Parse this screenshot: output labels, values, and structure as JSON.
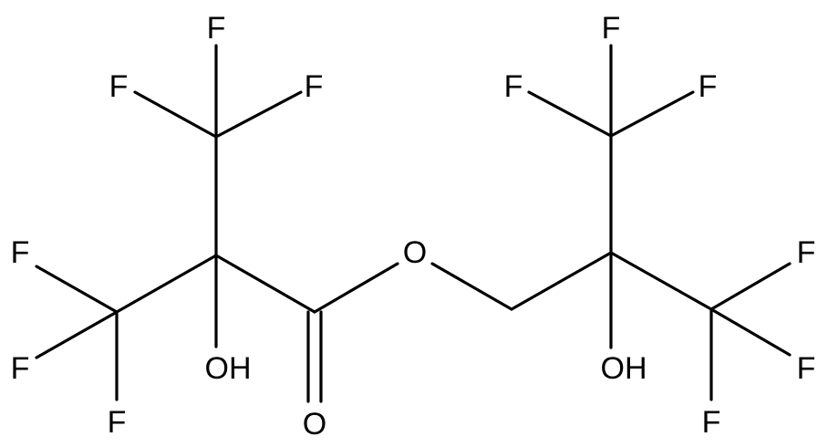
{
  "molecule": {
    "labels": {
      "f_top_a_1": "F",
      "f_top_a_2": "F",
      "f_top_a_3": "F",
      "f_left_1": "F",
      "f_left_2": "F",
      "f_left_3": "F",
      "oh_left": "OH",
      "o_carbonyl": "O",
      "o_ester": "O",
      "f_top_b_1": "F",
      "f_top_b_2": "F",
      "f_top_b_3": "F",
      "f_right_1": "F",
      "f_right_2": "F",
      "f_right_3": "F",
      "oh_right": "OH"
    }
  }
}
